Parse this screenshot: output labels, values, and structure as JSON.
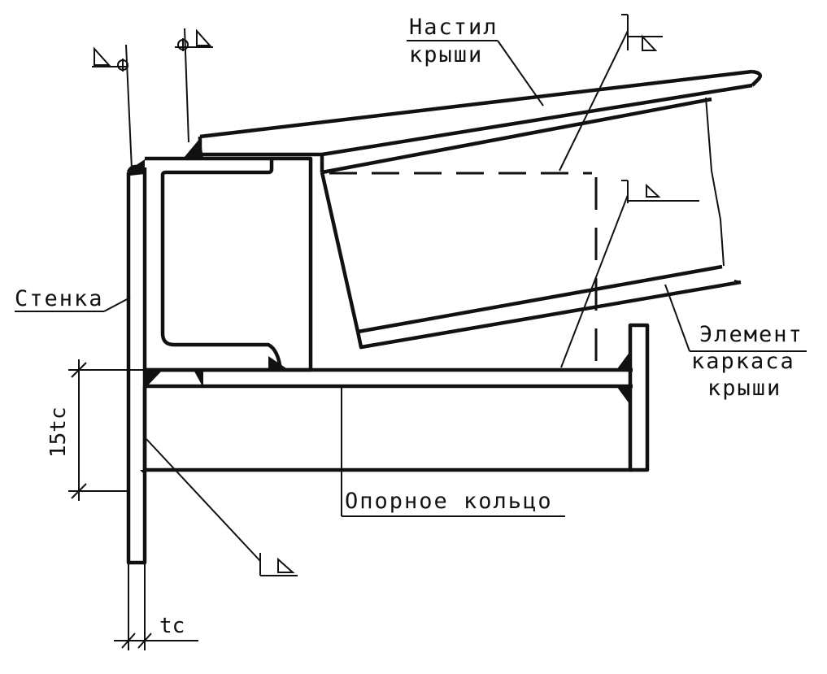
{
  "labels": {
    "roof_deck_line1": "Настил",
    "roof_deck_line2": "крыши",
    "wall": "Стенка",
    "frame_line1": "Элемент",
    "frame_line2": "каркаса",
    "frame_line3": "крыши",
    "support_ring": "Опорное кольцо"
  },
  "dimensions": {
    "zone_height": "15tc",
    "wall_thickness": "tc"
  }
}
